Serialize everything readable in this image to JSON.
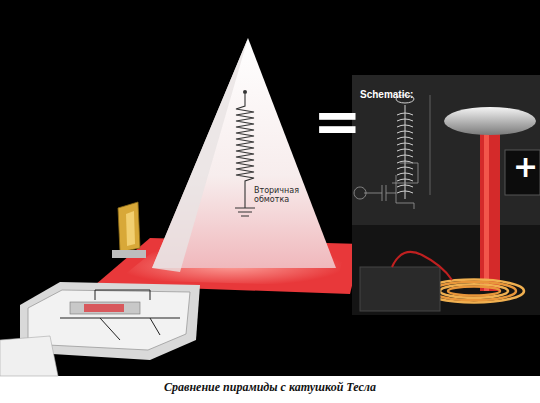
{
  "diagram": {
    "caption": "Сравнение пирамиды с катушкой Тесла",
    "nodes": [
      {
        "text": [
          "Вторичная обмотка"
        ]
      },
      {
        "text": [
          "Schematic:"
        ]
      }
    ],
    "labels": [
      "=",
      "+"
    ]
  }
}
